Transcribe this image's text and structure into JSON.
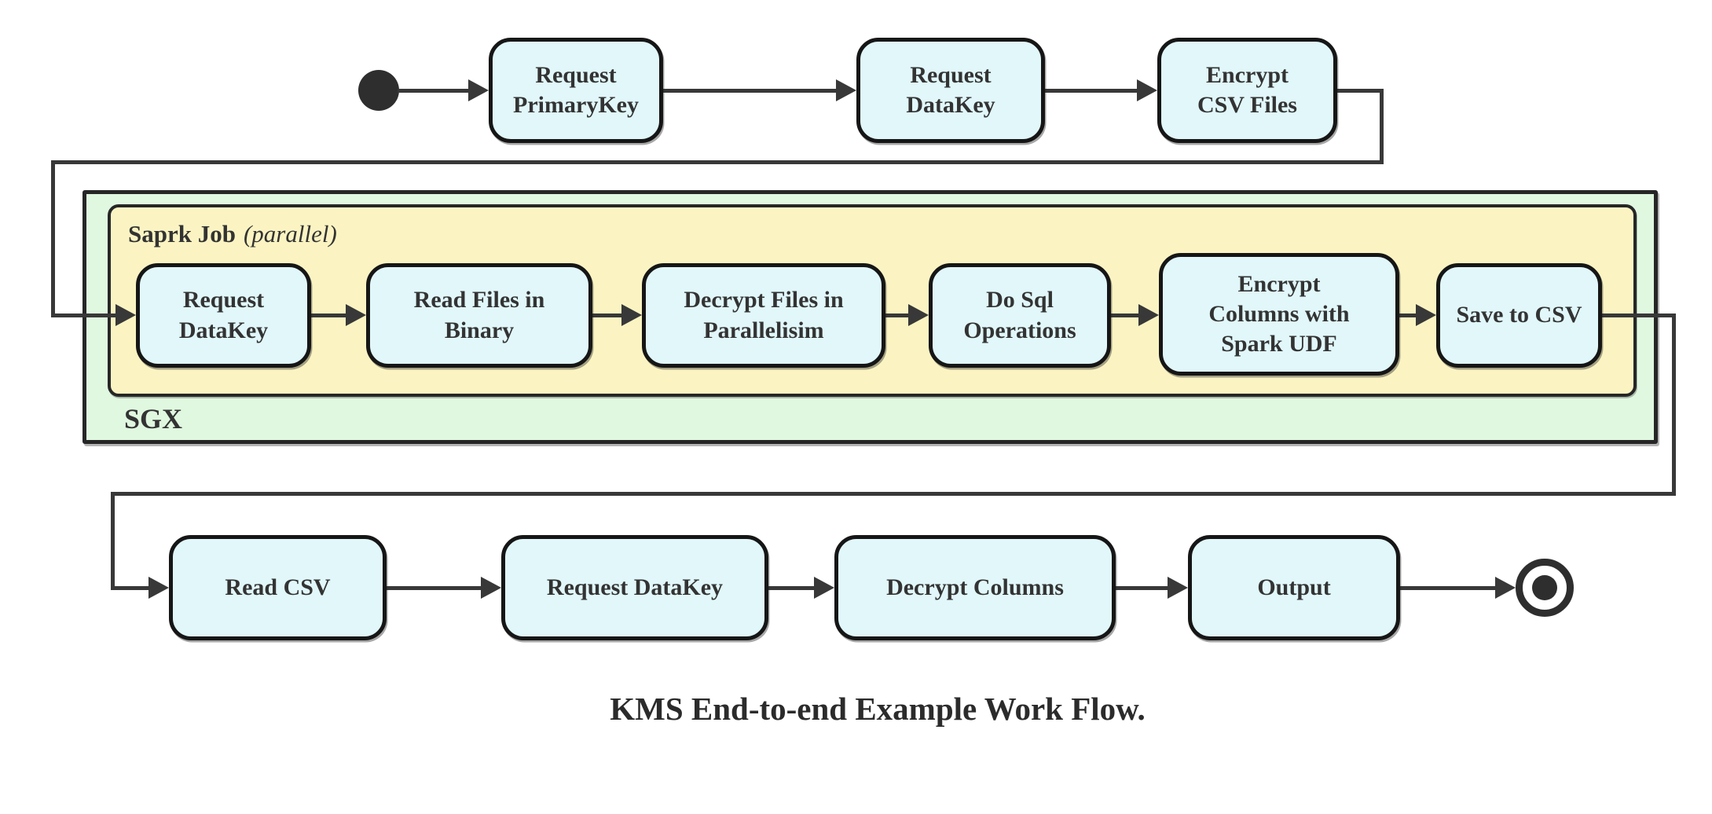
{
  "caption": "KMS End-to-end Example Work Flow.",
  "containers": {
    "sgx": {
      "label": "SGX"
    },
    "spark_job": {
      "label": "Saprk Job",
      "qualifier": "(parallel)"
    }
  },
  "nodes": {
    "top": [
      {
        "label": "Request\nPrimaryKey"
      },
      {
        "label": "Request\nDataKey"
      },
      {
        "label": "Encrypt\nCSV Files"
      }
    ],
    "sgx_row": [
      {
        "label": "Request\nDataKey"
      },
      {
        "label": "Read Files in\nBinary"
      },
      {
        "label": "Decrypt Files in\nParallelisim"
      },
      {
        "label": "Do Sql\nOperations"
      },
      {
        "label": "Encrypt\nColumns with\nSpark UDF"
      },
      {
        "label": "Save to CSV"
      }
    ],
    "bottom": [
      {
        "label": "Read CSV"
      },
      {
        "label": "Request DataKey"
      },
      {
        "label": "Decrypt Columns"
      },
      {
        "label": "Output"
      }
    ]
  },
  "markers": {
    "start": "start-state",
    "end": "end-state"
  },
  "colors": {
    "node_fill": "#e1f7fa",
    "node_border": "#161616",
    "spark_container_fill": "#fbf4c2",
    "sgx_container_fill": "#e0f7e0",
    "edge": "#383838",
    "text": "#333333"
  }
}
